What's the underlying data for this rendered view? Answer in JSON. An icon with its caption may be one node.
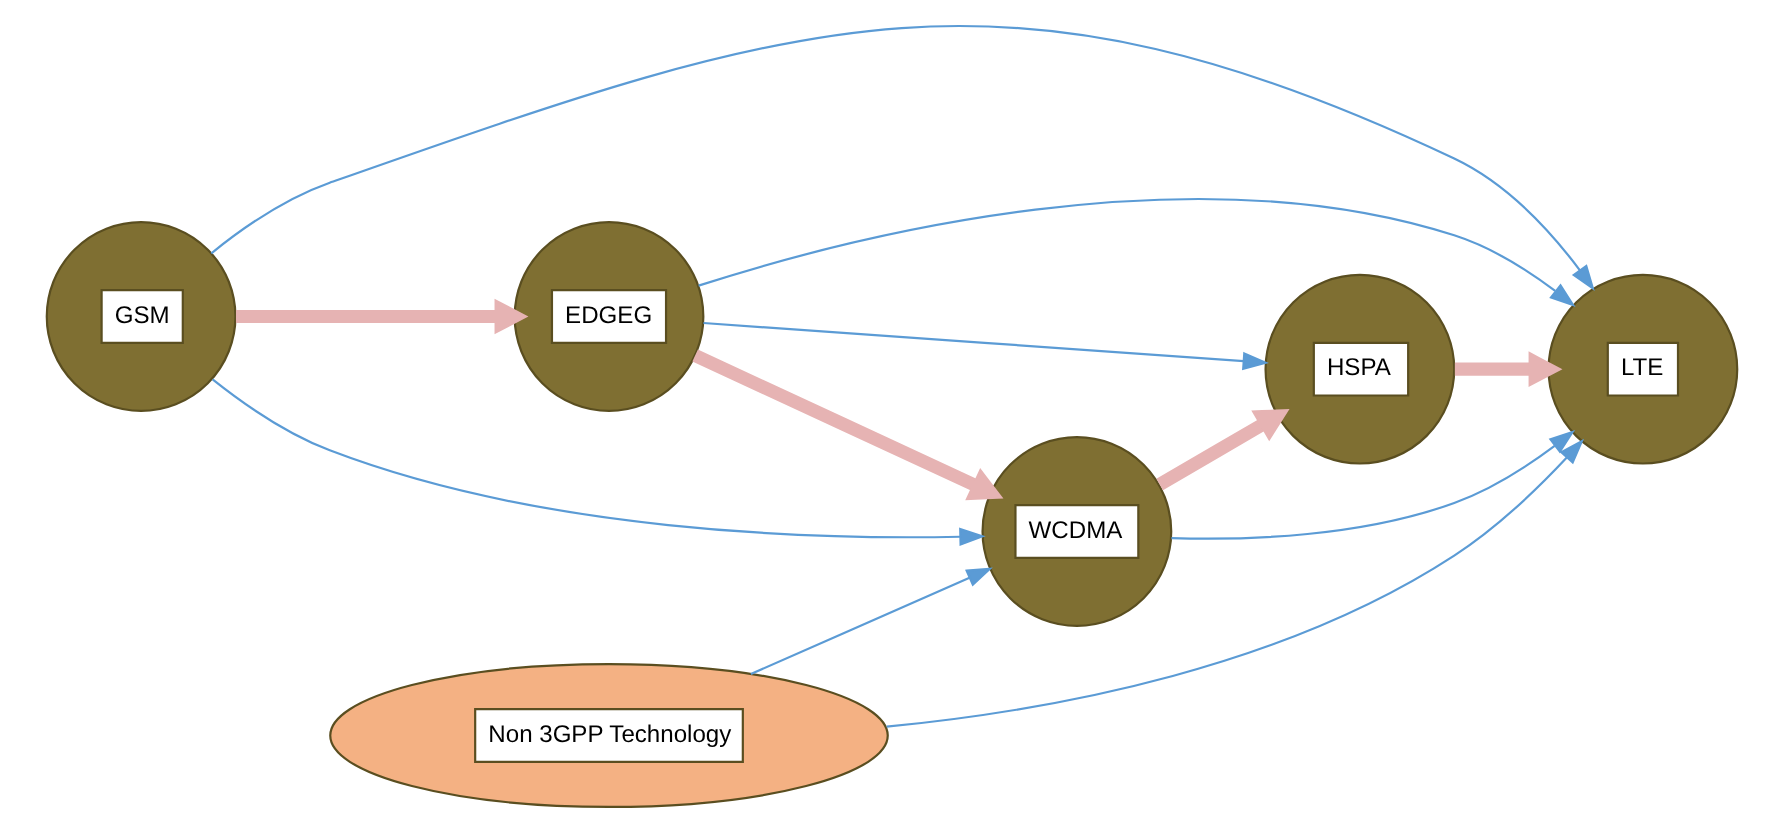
{
  "diagram": {
    "nodes": [
      {
        "text": [
          "GSM"
        ]
      },
      {
        "text": [
          "EDGEG"
        ]
      },
      {
        "text": [
          "WCDMA"
        ]
      },
      {
        "text": [
          "HSPA"
        ]
      },
      {
        "text": [
          "LTE"
        ]
      },
      {
        "text": [
          "Non 3GPP Technology"
        ]
      }
    ],
    "edges": [
      {
        "from": 0,
        "to": 1,
        "arrow": "to",
        "style": "thick",
        "color": "#e6b3b3"
      },
      {
        "from": 1,
        "to": 2,
        "arrow": "to",
        "style": "thick",
        "color": "#e6b3b3"
      },
      {
        "from": 2,
        "to": 3,
        "arrow": "to",
        "style": "thick",
        "color": "#e6b3b3"
      },
      {
        "from": 3,
        "to": 4,
        "arrow": "to",
        "style": "thick",
        "color": "#e6b3b3"
      },
      {
        "from": 0,
        "to": 4,
        "arrow": "to"
      },
      {
        "from": 1,
        "to": 4,
        "arrow": "to"
      },
      {
        "from": 1,
        "to": 3,
        "arrow": "to"
      },
      {
        "from": 0,
        "to": 2,
        "arrow": "to"
      },
      {
        "from": 2,
        "to": 4,
        "arrow": "to"
      },
      {
        "from": 5,
        "to": 2,
        "arrow": "to"
      },
      {
        "from": 5,
        "to": 4,
        "arrow": "to"
      }
    ]
  }
}
